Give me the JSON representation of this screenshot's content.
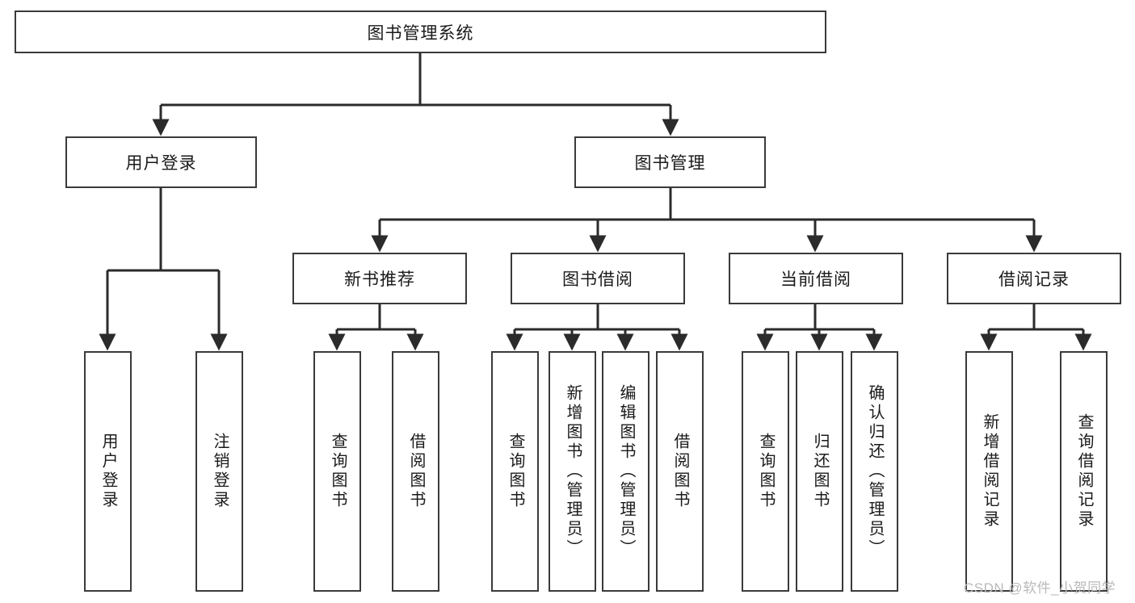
{
  "diagram": {
    "title": "图书管理系统",
    "type": "tree",
    "watermark": "CSDN @软件_小贺同学",
    "colors": {
      "border": "#3a3a3a",
      "background": "#ffffff",
      "text": "#1a1a1a",
      "connector": "#2b2b2b",
      "watermark": "#b9b9b9"
    },
    "nodes": {
      "root": {
        "label": "图书管理系统",
        "level": 0
      },
      "level1": [
        {
          "id": "user-login",
          "label": "用户登录"
        },
        {
          "id": "book-management",
          "label": "图书管理"
        }
      ],
      "level2": [
        {
          "id": "new-book-recommend",
          "label": "新书推荐",
          "parent": "book-management"
        },
        {
          "id": "book-borrow",
          "label": "图书借阅",
          "parent": "book-management"
        },
        {
          "id": "current-borrow",
          "label": "当前借阅",
          "parent": "book-management"
        },
        {
          "id": "borrow-record",
          "label": "借阅记录",
          "parent": "book-management"
        }
      ],
      "leaves": {
        "user_login": [
          {
            "id": "leaf-user-login",
            "label": "用户登录"
          },
          {
            "id": "leaf-user-logout",
            "label": "注销登录"
          }
        ],
        "new_book_recommend": [
          {
            "id": "leaf-query-book-1",
            "label": "查询图书"
          },
          {
            "id": "leaf-borrow-book-1",
            "label": "借阅图书"
          }
        ],
        "book_borrow": [
          {
            "id": "leaf-query-book-2",
            "label": "查询图书"
          },
          {
            "id": "leaf-add-book",
            "label": "新增图书（管理员）"
          },
          {
            "id": "leaf-edit-book",
            "label": "编辑图书（管理员）"
          },
          {
            "id": "leaf-borrow-book-2",
            "label": "借阅图书"
          }
        ],
        "current_borrow": [
          {
            "id": "leaf-query-book-3",
            "label": "查询图书"
          },
          {
            "id": "leaf-return-book",
            "label": "归还图书"
          },
          {
            "id": "leaf-confirm-return",
            "label": "确认归还（管理员）"
          }
        ],
        "borrow_record": [
          {
            "id": "leaf-add-record",
            "label": "新增借阅记录"
          },
          {
            "id": "leaf-query-record",
            "label": "查询借阅记录"
          }
        ]
      }
    }
  }
}
